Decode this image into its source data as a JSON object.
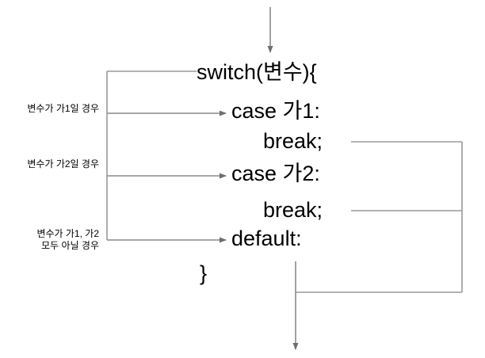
{
  "diagram": {
    "title": "switch statement flow diagram",
    "line_color": "#808080",
    "text_color": "#000000",
    "background": "#ffffff",
    "code_lines": [
      {
        "id": "switch-header",
        "text": "switch(변수){"
      },
      {
        "id": "case-1",
        "text": "case 가1:"
      },
      {
        "id": "break-1",
        "text": "break;"
      },
      {
        "id": "case-2",
        "text": "case 가2:"
      },
      {
        "id": "break-2",
        "text": "break;"
      },
      {
        "id": "default-label",
        "text": "default:"
      },
      {
        "id": "closing-brace",
        "text": "}"
      }
    ],
    "condition_labels": [
      {
        "id": "cond-case1",
        "text": "변수가 가1일 경우"
      },
      {
        "id": "cond-case2",
        "text": "변수가 가2일 경우"
      },
      {
        "id": "cond-default",
        "text": "변수가 가1, 가2\n모두 아닐 경우"
      }
    ],
    "connectors": [
      {
        "id": "entry-arrow",
        "kind": "arrow-down"
      },
      {
        "id": "switch-branch-rail",
        "kind": "vertical-rail"
      },
      {
        "id": "branch-to-case1",
        "kind": "arrow-right"
      },
      {
        "id": "branch-to-case2",
        "kind": "arrow-right"
      },
      {
        "id": "branch-to-default",
        "kind": "arrow-right"
      },
      {
        "id": "break1-exit",
        "kind": "line-right"
      },
      {
        "id": "break2-exit",
        "kind": "line-right"
      },
      {
        "id": "exit-rail",
        "kind": "vertical-rail"
      },
      {
        "id": "exit-arrow",
        "kind": "arrow-down"
      }
    ]
  }
}
